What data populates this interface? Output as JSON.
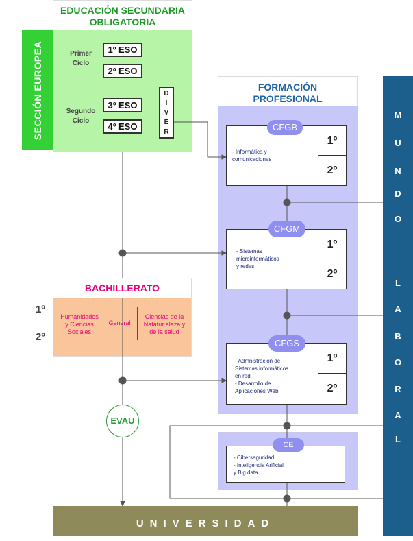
{
  "eso": {
    "title_line1": "EDUCACIÓN SECUNDARIA",
    "title_line2": "OBLIGATORIA",
    "seccion": "SECCIÓN EUROPEA",
    "primer_ciclo_l1": "Primer",
    "primer_ciclo_l2": "Ciclo",
    "segundo_ciclo_l1": "Segundo",
    "segundo_ciclo_l2": "Ciclo",
    "courses": [
      "1º ESO",
      "2º ESO",
      "3º ESO",
      "4º ESO"
    ],
    "diver": [
      "D",
      "I",
      "V",
      "E",
      "R"
    ]
  },
  "fp": {
    "title_line1": "FORMACIÓN",
    "title_line2": "PROFESIONAL",
    "cfgb": {
      "label": "CFGB",
      "desc": [
        "- Informática y",
        "comunicaciones"
      ]
    },
    "cfgm": {
      "label": "CFGM",
      "desc": [
        "- Sistemas",
        "microinformáticos",
        "y redes"
      ]
    },
    "cfgs": {
      "label": "CFGS",
      "desc": [
        "- Admnistración de",
        "Sistemas informáticos",
        "en red",
        "- Desarrollo de",
        "Aplicaciones Web"
      ]
    },
    "years": [
      "1º",
      "2º"
    ]
  },
  "ce": {
    "label": "CE",
    "desc": [
      "- Ciberseguridad",
      "- Inteligencia Arificial",
      "y Big data"
    ]
  },
  "bachillerato": {
    "title": "BACHILLERATO",
    "years": [
      "1º",
      "2º"
    ],
    "col1": [
      "Humanidades",
      "y Ciencias",
      "Sociales"
    ],
    "col2": "General",
    "col3": [
      "Ciencias de la",
      "Natatur aleza y",
      "de la salud"
    ]
  },
  "evau": "EVAU",
  "universidad": "UNIVERSIDAD",
  "mundo_laboral": [
    "M",
    "U",
    "N",
    "D",
    "O",
    "L",
    "A",
    "B",
    "O",
    "R",
    "A",
    "L"
  ],
  "colors": {
    "eso_green": "#b6f5a8",
    "seccion_green": "#33d036",
    "fp_lavender": "#c7c7fa",
    "pill": "#8f8ff0",
    "bach_peach": "#fbc59b",
    "bach_pink": "#e3007a",
    "universidad": "#8e8a5a",
    "mundo_blue": "#1d5f8c"
  }
}
